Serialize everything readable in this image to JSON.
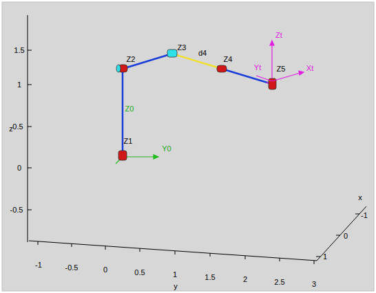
{
  "diagram": {
    "labels": [
      "1.5",
      "1",
      "z",
      "0.5",
      "0",
      "-0.5",
      "-1",
      "-0.5",
      "0",
      "0.5",
      "1",
      "1.5",
      "2",
      "2.5",
      "3",
      "y",
      "-1",
      "0",
      "1",
      "x",
      "Z1",
      "Z0",
      "Y0",
      "Z2",
      "Z3",
      "d4",
      "Z4",
      "Z5",
      "Zt",
      "Yt",
      "Xt"
    ]
  }
}
